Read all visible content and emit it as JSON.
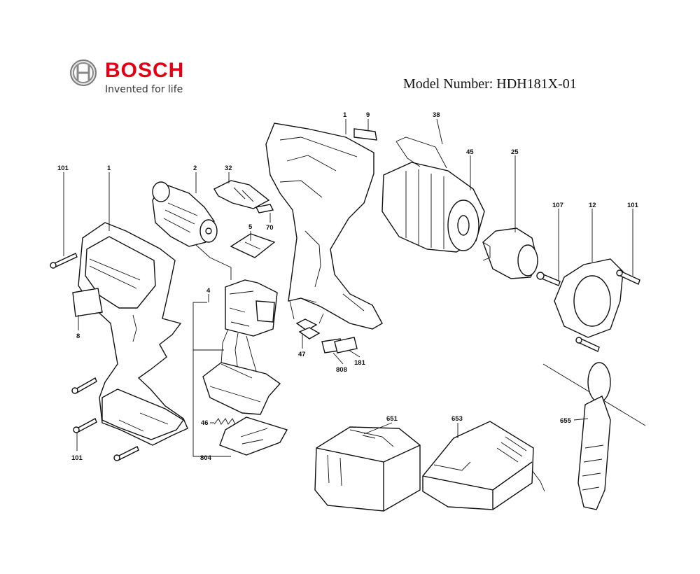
{
  "brand": {
    "name": "BOSCH",
    "tagline": "Invented for life",
    "color": "#e20015"
  },
  "model_line": "Model Number: HDH181X-01",
  "callouts": {
    "c101a": "101",
    "c1a": "1",
    "c2": "2",
    "c32": "32",
    "c70": "70",
    "c5": "5",
    "c4": "4",
    "c8": "8",
    "c1b": "1",
    "c9": "9",
    "c38": "38",
    "c45": "45",
    "c25": "25",
    "c107": "107",
    "c12": "12",
    "c101b": "101",
    "c47": "47",
    "c808": "808",
    "c181": "181",
    "c46": "46",
    "c804": "804",
    "c101c": "101",
    "c651": "651",
    "c653": "653",
    "c655": "655"
  }
}
